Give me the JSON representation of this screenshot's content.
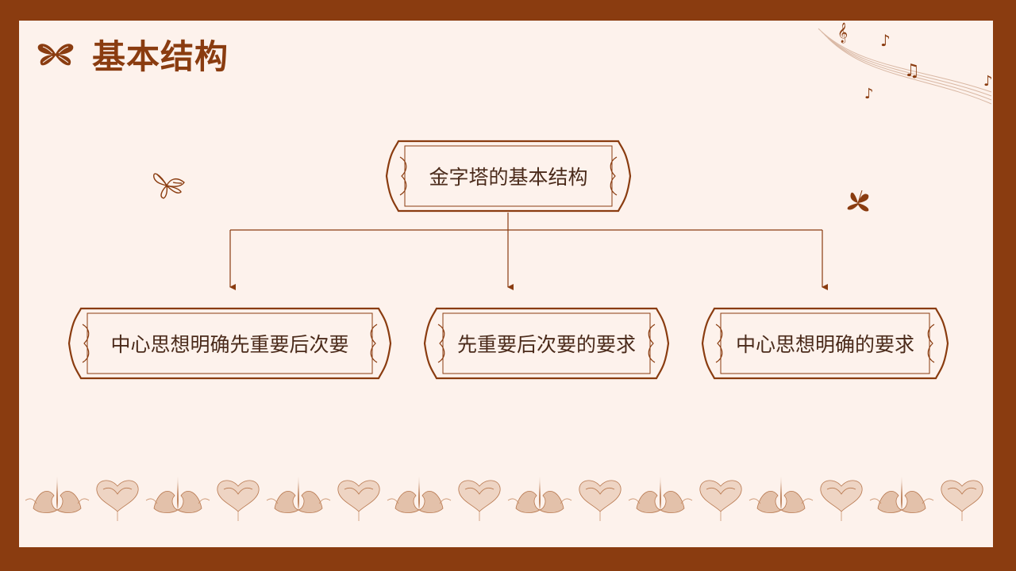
{
  "header": {
    "title": "基本结构",
    "icon": "butterfly-icon"
  },
  "diagram": {
    "root": {
      "label": "金字塔的基本结构"
    },
    "children": [
      {
        "label": "中心思想明确先重要后次要"
      },
      {
        "label": "先重要后次要的要求"
      },
      {
        "label": "中心思想明确的要求"
      }
    ]
  },
  "colors": {
    "frame": "#8a3c10",
    "background": "#fdf2ec",
    "text": "#4a2a1a",
    "accent": "#8a3c10",
    "ornament": "#c9906a"
  },
  "decorations": [
    "music-notes-icon",
    "butterfly-icon",
    "swan-border-ornament"
  ]
}
